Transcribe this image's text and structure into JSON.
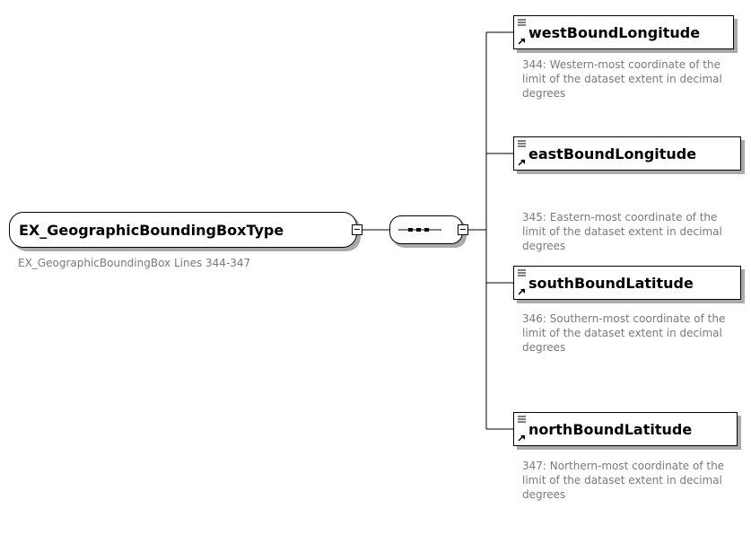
{
  "root": {
    "name": "EX_GeographicBoundingBoxType",
    "description": "EX_GeographicBoundingBox Lines 344-347"
  },
  "compositor": {
    "kind": "sequence"
  },
  "elements": [
    {
      "name": "westBoundLongitude",
      "description": "344: Western-most coordinate of the limit of the dataset extent in decimal degrees"
    },
    {
      "name": "eastBoundLongitude",
      "description": "345: Eastern-most coordinate of the limit of the dataset extent in decimal degrees"
    },
    {
      "name": "southBoundLatitude",
      "description": "346: Southern-most coordinate of the limit of the dataset extent in decimal degrees"
    },
    {
      "name": "northBoundLatitude",
      "description": "347: Northern-most coordinate of the limit of the dataset extent in decimal degrees"
    }
  ]
}
